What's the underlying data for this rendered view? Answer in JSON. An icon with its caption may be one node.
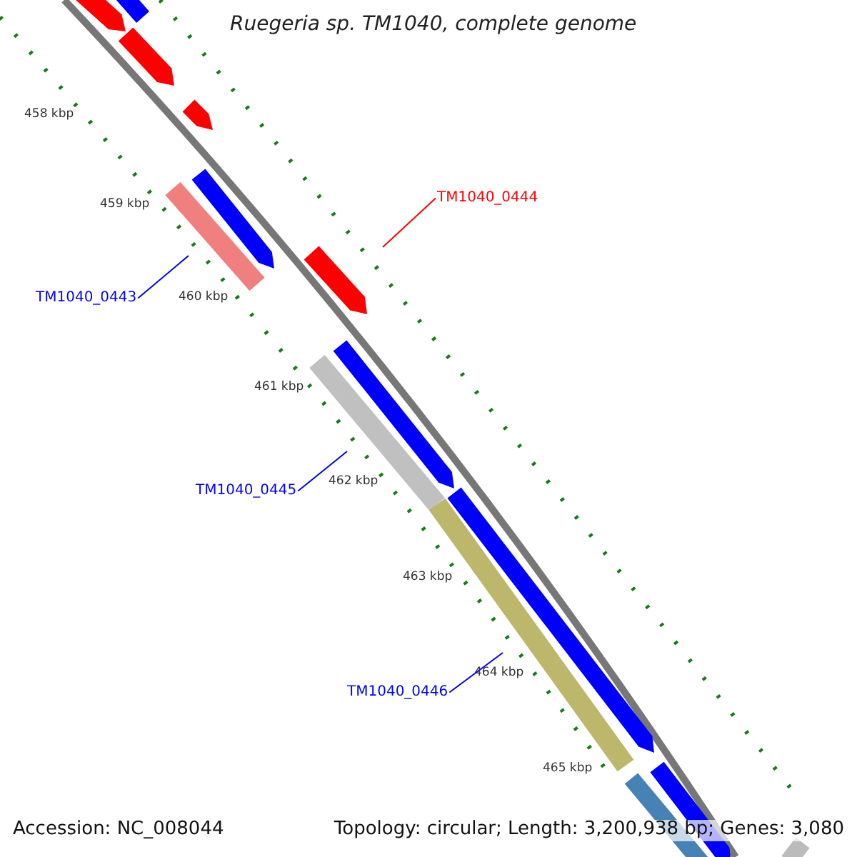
{
  "diagram": {
    "title": "Ruegeria sp. TM1040, complete genome",
    "nodes": [
      {
        "text": [
          "TM1040_0444"
        ]
      },
      {
        "text": [],
        "shape": "bar"
      },
      {
        "text": [
          "TM1040_0443"
        ]
      },
      {
        "text": [],
        "shape": "bar"
      },
      {
        "text": [
          "TM1040_0445"
        ]
      },
      {
        "text": [],
        "shape": "bar"
      },
      {
        "text": [
          "TM1040_0446"
        ]
      },
      {
        "text": [],
        "shape": "bar"
      }
    ],
    "edges": [
      {
        "from": 0,
        "to": 1,
        "arrow": "none",
        "color": "#ff0000"
      },
      {
        "from": 2,
        "to": 3,
        "arrow": "none"
      },
      {
        "from": 4,
        "to": 5,
        "arrow": "none"
      },
      {
        "from": 6,
        "to": 7,
        "arrow": "none"
      }
    ],
    "labels": [
      "458 kbp",
      "459 kbp",
      "460 kbp",
      "461 kbp",
      "462 kbp",
      "463 kbp",
      "464 kbp",
      "465 kbp",
      "Accession: NC_008044",
      "Topology: circular; Length: 3,200,938 bp; Genes: 3,080"
    ]
  }
}
